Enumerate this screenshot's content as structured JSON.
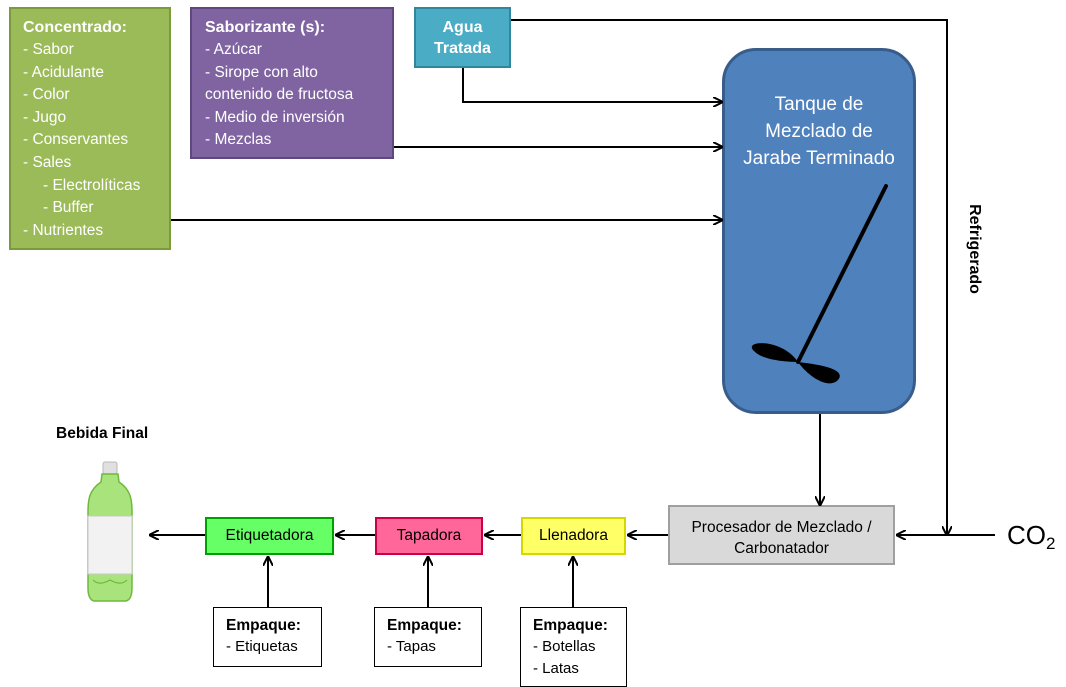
{
  "concentrate": {
    "title": "Concentrado:",
    "items": [
      "- Sabor",
      "- Acidulante",
      "- Color",
      "- Jugo",
      "- Conservantes",
      "- Sales",
      "- Electrolíticas",
      "- Buffer",
      "- Nutrientes"
    ]
  },
  "flavorings": {
    "title": "Saborizante (s):",
    "items": [
      "- Azúcar",
      "- Sirope con alto",
      "contenido de fructosa",
      "- Medio de inversión",
      "- Mezclas"
    ]
  },
  "water": {
    "line1": "Agua",
    "line2": "Tratada"
  },
  "tank": {
    "line1": "Tanque de",
    "line2": "Mezclado de",
    "line3": "Jarabe Terminado"
  },
  "refrigerated": "Refrigerado",
  "processor": {
    "line1": "Procesador de Mezclado /",
    "line2": "Carbonatador"
  },
  "co2": {
    "main": "CO",
    "sub": "2"
  },
  "stations": {
    "filler": "Llenadora",
    "capper": "Tapadora",
    "labeler": "Etiquetadora"
  },
  "packaging": {
    "labeler": {
      "title": "Empaque:",
      "items": [
        "- Etiquetas"
      ]
    },
    "capper": {
      "title": "Empaque:",
      "items": [
        "- Tapas"
      ]
    },
    "filler": {
      "title": "Empaque:",
      "items": [
        "- Botellas",
        "- Latas"
      ]
    }
  },
  "final": {
    "title": "Bebida Final"
  }
}
